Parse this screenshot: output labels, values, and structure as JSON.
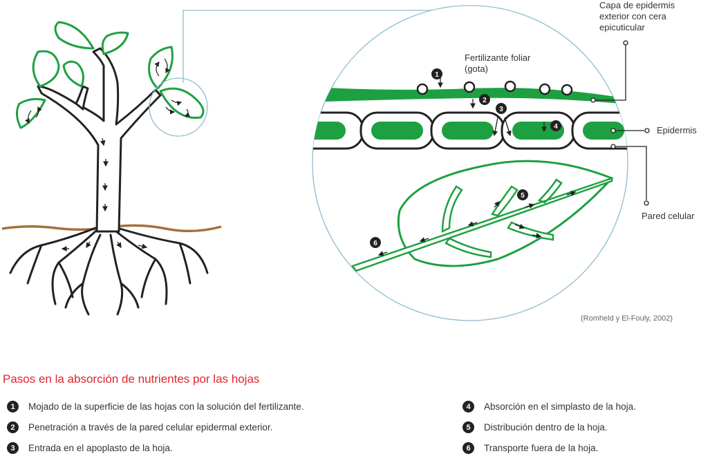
{
  "colors": {
    "green": "#1ea042",
    "outline": "#222222",
    "soil": "#a5703b",
    "zoom_line": "#8fbccc",
    "title_red": "#e0242b"
  },
  "labels": {
    "fertilizante": "Fertilizante foliar (gota)",
    "capa": "Capa de epidermis exterior con cera epicuticular",
    "epidermis": "Epidermis",
    "pared": "Pared celular"
  },
  "citation": "(Romheld y El-Fouly, 2002)",
  "steps_title": "Pasos en la absorción de nutrientes por las hojas",
  "steps": [
    {
      "num": "1",
      "text": "Mojado de la superficie de las hojas con la solución del fertilizante."
    },
    {
      "num": "2",
      "text": "Penetración a través de la pared celular epidermal exterior."
    },
    {
      "num": "3",
      "text": "Entrada en el apoplasto de la hoja."
    },
    {
      "num": "4",
      "text": "Absorción en el simplasto de la hoja."
    },
    {
      "num": "5",
      "text": "Distribución dentro de la hoja."
    },
    {
      "num": "6",
      "text": "Transporte fuera de la hoja."
    }
  ]
}
